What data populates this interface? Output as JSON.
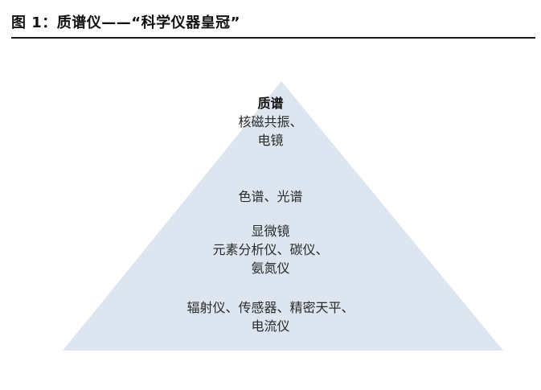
{
  "header": {
    "figure_title": "图 1：质谱仪——“科学仪器皇冠”"
  },
  "pyramid": {
    "fill_color": "#dde6f0",
    "tiers": [
      {
        "lines": [
          "质谱",
          "核磁共振、",
          "电镜"
        ]
      },
      {
        "lines": [
          "色谱、光谱"
        ]
      },
      {
        "lines": [
          "显微镜",
          "元素分析仪、碳仪、",
          "氨氮仪"
        ]
      },
      {
        "lines": [
          "辐射仪、传感器、精密天平、",
          "电流仪"
        ]
      }
    ]
  }
}
